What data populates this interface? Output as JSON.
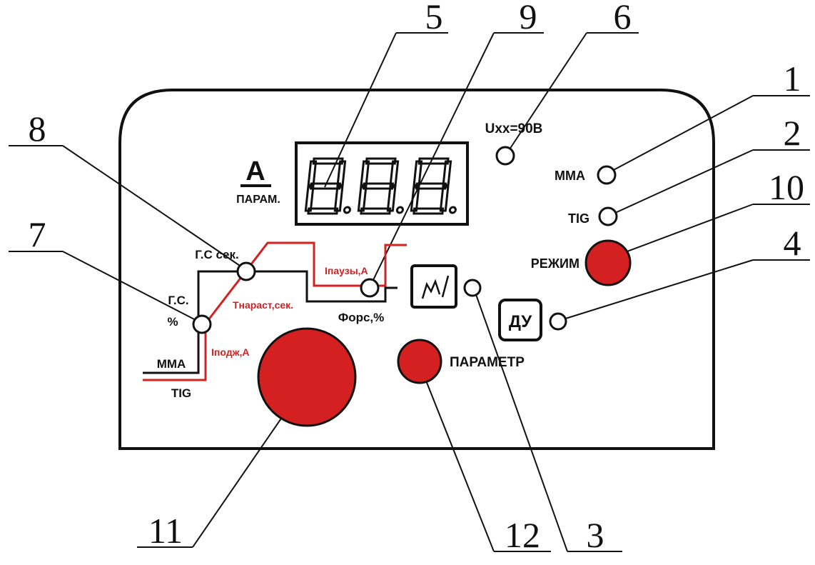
{
  "panel": {
    "display_unit": "A",
    "display_param": "ПАРАМ.",
    "display_digits": [
      "8",
      "8",
      "8"
    ],
    "voltage": "Uxx=90B",
    "mode_mma": "MMA",
    "mode_tig": "TIG",
    "mode_button": "РЕЖИМ",
    "remote_button": "ДУ",
    "param_button": "ПАРАМЕТР"
  },
  "graph": {
    "gs_sec": "Г.С сек.",
    "gs": "Г.С.",
    "percent": "%",
    "t_ramp": "Тнараст,сек.",
    "i_pause": "Iпаузы,А",
    "i_ignite": "Iподж,А",
    "forsage": "Форс,%",
    "mma": "MMA",
    "tig": "TIG"
  },
  "callouts": [
    "1",
    "2",
    "3",
    "4",
    "5",
    "6",
    "7",
    "8",
    "9",
    "10",
    "11",
    "12"
  ],
  "colors": {
    "red": "#d42020",
    "line": "#111111",
    "bg": "#ffffff"
  }
}
